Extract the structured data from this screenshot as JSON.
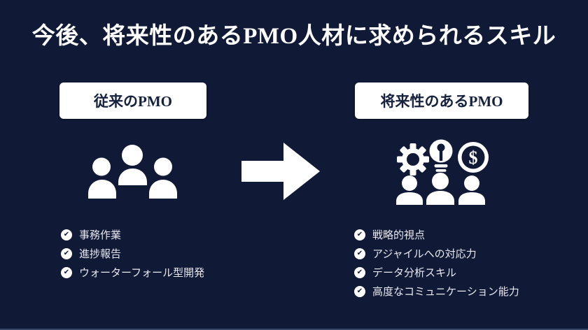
{
  "title": "今後、将来性のあるPMO人材に求められるスキル",
  "colors": {
    "background": "#101a36",
    "card": "#ffffff",
    "dark_text": "#16213e",
    "light_text": "#e8e9f0"
  },
  "icons": {
    "check_glyph": "✔",
    "left_icon": "people-group-icon",
    "right_icon": "innovation-team-icon (gear, lightbulb, dollar-coin above three people)",
    "between": "arrow-right-icon"
  },
  "left_section": {
    "heading": "従来のPMO",
    "items": [
      "事務作業",
      "進捗報告",
      "ウォーターフォール型開発"
    ]
  },
  "right_section": {
    "heading": "将来性のあるPMO",
    "coin_symbol": "$",
    "items": [
      "戦略的視点",
      "アジャイルへの対応力",
      "データ分析スキル",
      "高度なコミュニケーション能力"
    ]
  }
}
